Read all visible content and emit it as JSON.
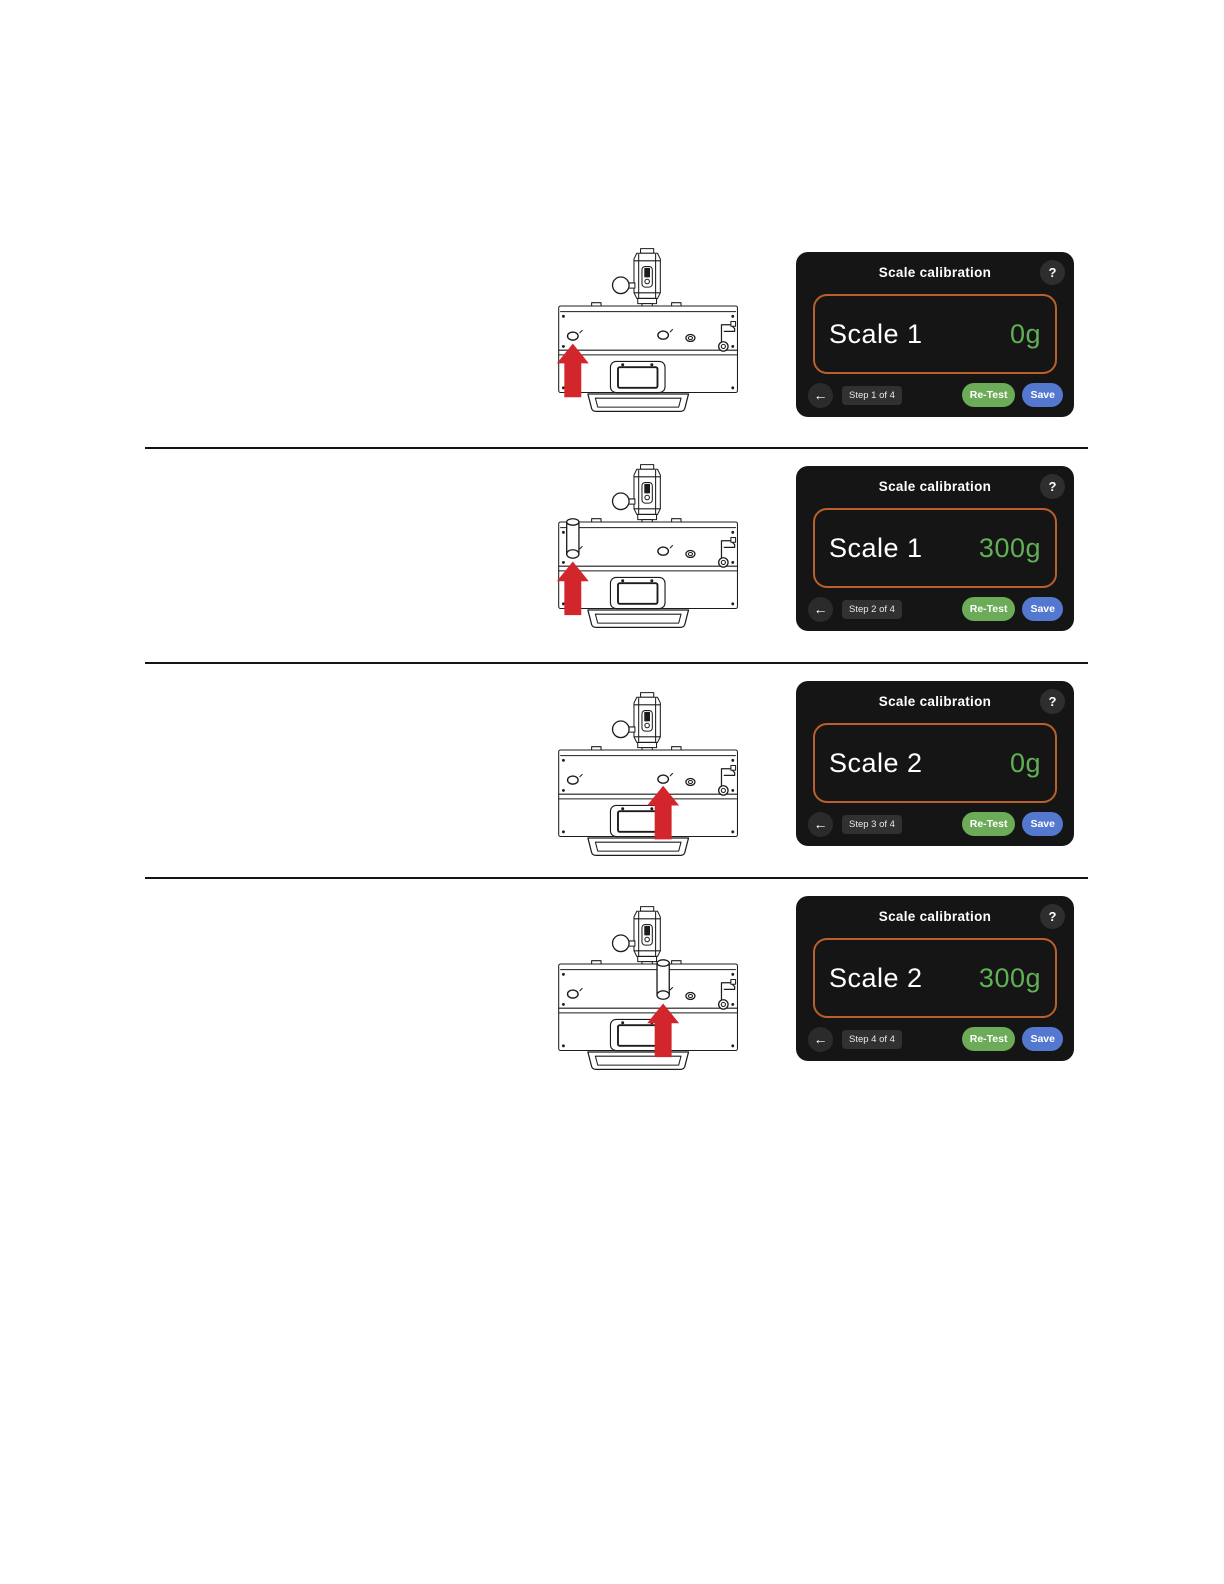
{
  "page_type": "scale-calibration-instruction-page",
  "panel_common": {
    "title": "Scale calibration",
    "help_label": "?",
    "back_label": "←",
    "retest_label": "Re-Test",
    "save_label": "Save"
  },
  "steps": [
    {
      "step_indicator": "Step 1 of 4",
      "scale_label": "Scale 1",
      "weight_value": "0g",
      "diagram": {
        "machine": "coffee-machine-top-view",
        "arrow_points_to": "left scale position",
        "calibration_weight": "not placed"
      }
    },
    {
      "step_indicator": "Step 2 of 4",
      "scale_label": "Scale 1",
      "weight_value": "300g",
      "diagram": {
        "machine": "coffee-machine-top-view",
        "arrow_points_to": "left scale position",
        "calibration_weight": "placed on left scale"
      }
    },
    {
      "step_indicator": "Step 3 of 4",
      "scale_label": "Scale 2",
      "weight_value": "0g",
      "diagram": {
        "machine": "coffee-machine-top-view",
        "arrow_points_to": "center scale position",
        "calibration_weight": "not placed"
      }
    },
    {
      "step_indicator": "Step 4 of 4",
      "scale_label": "Scale 2",
      "weight_value": "300g",
      "diagram": {
        "machine": "coffee-machine-top-view",
        "arrow_points_to": "center scale position",
        "calibration_weight": "placed on center scale"
      }
    }
  ],
  "colors": {
    "panel_bg": "#151515",
    "accent_orange": "#bb5f2b",
    "value_green": "#60b055",
    "retest_green": "#6cab57",
    "save_blue": "#5478cf",
    "arrow_red": "#d2262c"
  }
}
